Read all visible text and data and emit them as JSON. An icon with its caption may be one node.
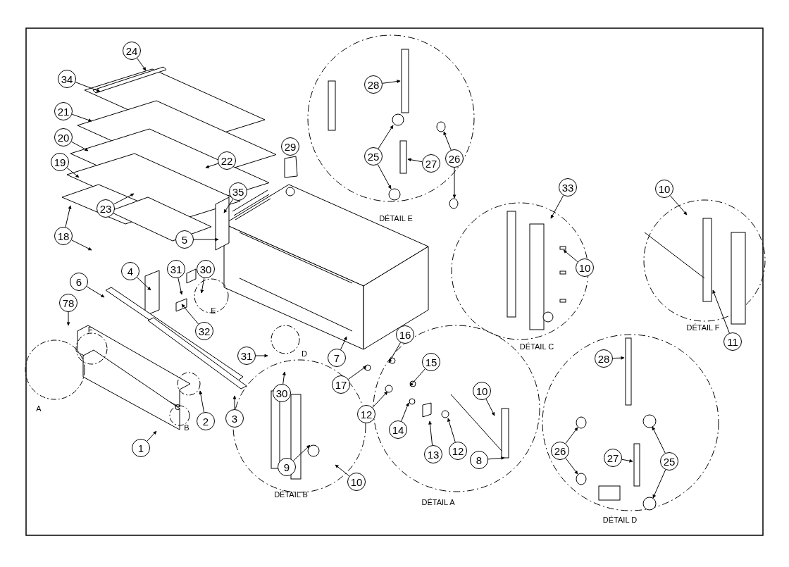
{
  "diagram": {
    "nodes": [
      {
        "text": [
          "24"
        ]
      },
      {
        "text": [
          "34"
        ]
      },
      {
        "text": [
          "21"
        ]
      },
      {
        "text": [
          "20"
        ]
      },
      {
        "text": [
          "19"
        ]
      },
      {
        "text": [
          "22"
        ]
      },
      {
        "text": [
          "35"
        ]
      },
      {
        "text": [
          "23"
        ]
      },
      {
        "text": [
          "18"
        ]
      },
      {
        "text": [
          "5"
        ]
      },
      {
        "text": [
          "31"
        ]
      },
      {
        "text": [
          "30"
        ]
      },
      {
        "text": [
          "4"
        ]
      },
      {
        "text": [
          "32"
        ]
      },
      {
        "text": [
          "6"
        ]
      },
      {
        "text": [
          "78"
        ]
      },
      {
        "text": [
          "31"
        ]
      },
      {
        "text": [
          "30"
        ]
      },
      {
        "text": [
          "7"
        ]
      },
      {
        "text": [
          "3"
        ]
      },
      {
        "text": [
          "2"
        ]
      },
      {
        "text": [
          "1"
        ]
      },
      {
        "text": [
          "28"
        ]
      },
      {
        "text": [
          "25"
        ]
      },
      {
        "text": [
          "27"
        ]
      },
      {
        "text": [
          "26"
        ]
      },
      {
        "text": [
          "33"
        ]
      },
      {
        "text": [
          "10"
        ]
      },
      {
        "text": [
          "10"
        ]
      },
      {
        "text": [
          "11"
        ]
      },
      {
        "text": [
          "17"
        ]
      },
      {
        "text": [
          "16"
        ]
      },
      {
        "text": [
          "15"
        ]
      },
      {
        "text": [
          "12"
        ]
      },
      {
        "text": [
          "14"
        ]
      },
      {
        "text": [
          "13"
        ]
      },
      {
        "text": [
          "12"
        ]
      },
      {
        "text": [
          "10"
        ]
      },
      {
        "text": [
          "8"
        ]
      },
      {
        "text": [
          "9"
        ]
      },
      {
        "text": [
          "10"
        ]
      },
      {
        "text": [
          "28"
        ]
      },
      {
        "text": [
          "26"
        ]
      },
      {
        "text": [
          "27"
        ]
      },
      {
        "text": [
          "25"
        ]
      },
      {
        "text": [
          "29"
        ]
      }
    ],
    "edges": [
      {
        "from": 0,
        "to": null,
        "arrow": "to"
      },
      {
        "from": 1,
        "to": null,
        "arrow": "to"
      },
      {
        "from": 2,
        "to": null,
        "arrow": "to"
      },
      {
        "from": 3,
        "to": null,
        "arrow": "to"
      },
      {
        "from": 4,
        "to": null,
        "arrow": "to"
      },
      {
        "from": 5,
        "to": null,
        "arrow": "to"
      },
      {
        "from": 6,
        "to": null,
        "arrow": "to"
      },
      {
        "from": 7,
        "to": null,
        "arrow": "to"
      },
      {
        "from": 8,
        "to": null,
        "arrow": "to"
      },
      {
        "from": 8,
        "to": null,
        "arrow": "to"
      },
      {
        "from": 9,
        "to": null,
        "arrow": "to"
      },
      {
        "from": 10,
        "to": null,
        "arrow": "to"
      },
      {
        "from": 11,
        "to": null,
        "arrow": "to"
      },
      {
        "from": 12,
        "to": null,
        "arrow": "to"
      },
      {
        "from": 13,
        "to": null,
        "arrow": "to"
      },
      {
        "from": 14,
        "to": null,
        "arrow": "to"
      },
      {
        "from": 15,
        "to": null,
        "arrow": "to"
      },
      {
        "from": 16,
        "to": null,
        "arrow": "to"
      },
      {
        "from": 17,
        "to": null,
        "arrow": "to"
      },
      {
        "from": 18,
        "to": null,
        "arrow": "to"
      },
      {
        "from": 19,
        "to": null,
        "arrow": "to"
      },
      {
        "from": 20,
        "to": null,
        "arrow": "to"
      },
      {
        "from": 21,
        "to": null,
        "arrow": "to"
      },
      {
        "from": 22,
        "to": null,
        "arrow": "to"
      },
      {
        "from": 23,
        "to": null,
        "arrow": "to"
      },
      {
        "from": 23,
        "to": null,
        "arrow": "to"
      },
      {
        "from": 24,
        "to": null,
        "arrow": "to"
      },
      {
        "from": 25,
        "to": null,
        "arrow": "to"
      },
      {
        "from": 25,
        "to": null,
        "arrow": "to"
      },
      {
        "from": 26,
        "to": null,
        "arrow": "to"
      },
      {
        "from": 27,
        "to": null,
        "arrow": "to"
      },
      {
        "from": 28,
        "to": null,
        "arrow": "to"
      },
      {
        "from": 29,
        "to": null,
        "arrow": "to"
      },
      {
        "from": 30,
        "to": null,
        "arrow": "to"
      },
      {
        "from": 31,
        "to": null,
        "arrow": "to"
      },
      {
        "from": 32,
        "to": null,
        "arrow": "to"
      },
      {
        "from": 33,
        "to": null,
        "arrow": "to"
      },
      {
        "from": 34,
        "to": null,
        "arrow": "to"
      },
      {
        "from": 35,
        "to": null,
        "arrow": "to"
      },
      {
        "from": 36,
        "to": null,
        "arrow": "to"
      },
      {
        "from": 37,
        "to": null,
        "arrow": "to"
      },
      {
        "from": 38,
        "to": null,
        "arrow": "to"
      },
      {
        "from": 39,
        "to": null,
        "arrow": "to"
      },
      {
        "from": 40,
        "to": null,
        "arrow": "to"
      },
      {
        "from": 41,
        "to": null,
        "arrow": "to"
      },
      {
        "from": 42,
        "to": null,
        "arrow": "to"
      },
      {
        "from": 42,
        "to": null,
        "arrow": "to"
      },
      {
        "from": 43,
        "to": null,
        "arrow": "to"
      },
      {
        "from": 44,
        "to": null,
        "arrow": "to"
      },
      {
        "from": 44,
        "to": null,
        "arrow": "to"
      }
    ],
    "labels": [
      "F",
      "A",
      "E",
      "D",
      "C",
      "B",
      "DÉTAIL E",
      "DÉTAIL C",
      "DÉTAIL F",
      "DÉTAIL A",
      "DÉTAIL B",
      "DÉTAIL D"
    ]
  }
}
